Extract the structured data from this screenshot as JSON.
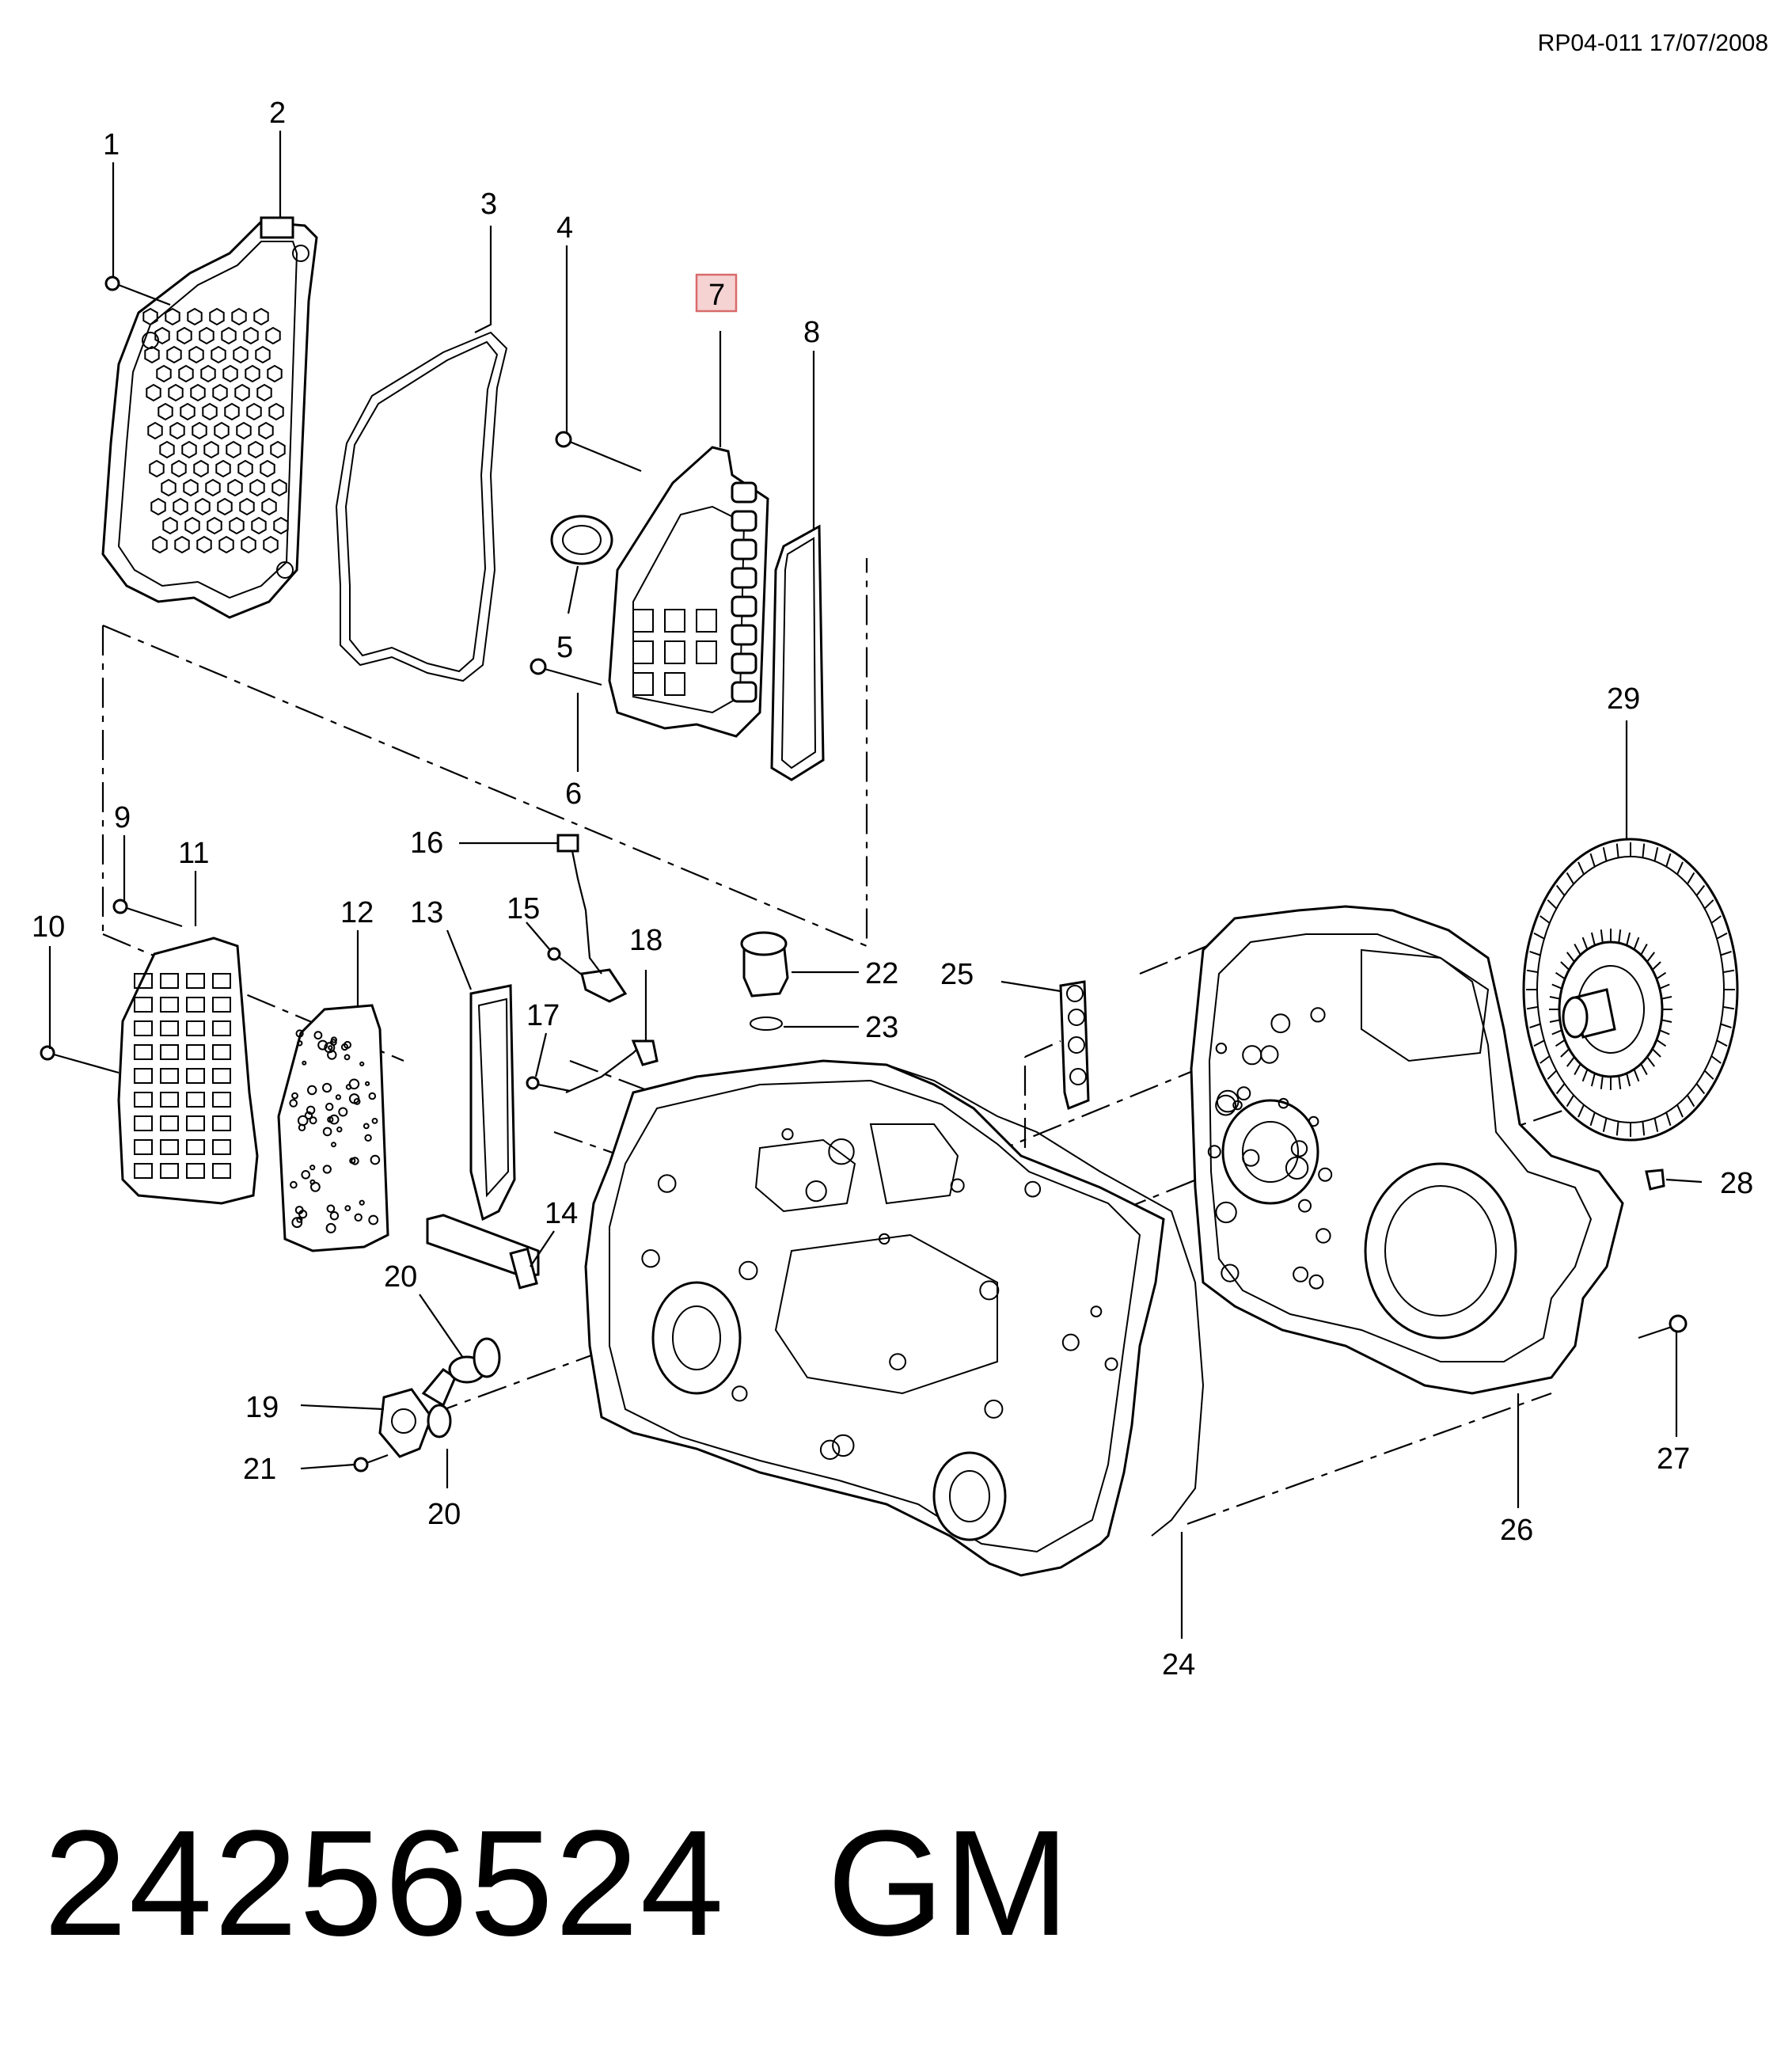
{
  "header": {
    "ref": "RP04-011 17/07/2008"
  },
  "footer": {
    "part_number": "24256524",
    "brand": "GM"
  },
  "highlight_color": "#f6d3d3",
  "callouts": [
    {
      "id": "c1",
      "label": "1"
    },
    {
      "id": "c2",
      "label": "2"
    },
    {
      "id": "c3",
      "label": "3"
    },
    {
      "id": "c4",
      "label": "4"
    },
    {
      "id": "c5",
      "label": "5"
    },
    {
      "id": "c6",
      "label": "6"
    },
    {
      "id": "c7",
      "label": "7",
      "highlighted": true
    },
    {
      "id": "c8",
      "label": "8"
    },
    {
      "id": "c9",
      "label": "9"
    },
    {
      "id": "c10",
      "label": "10"
    },
    {
      "id": "c11",
      "label": "11"
    },
    {
      "id": "c12",
      "label": "12"
    },
    {
      "id": "c13",
      "label": "13"
    },
    {
      "id": "c14",
      "label": "14"
    },
    {
      "id": "c15",
      "label": "15"
    },
    {
      "id": "c16",
      "label": "16"
    },
    {
      "id": "c17",
      "label": "17"
    },
    {
      "id": "c18",
      "label": "18"
    },
    {
      "id": "c19",
      "label": "19"
    },
    {
      "id": "c20a",
      "label": "20"
    },
    {
      "id": "c20b",
      "label": "20"
    },
    {
      "id": "c21",
      "label": "21"
    },
    {
      "id": "c22",
      "label": "22"
    },
    {
      "id": "c23",
      "label": "23"
    },
    {
      "id": "c24",
      "label": "24"
    },
    {
      "id": "c25",
      "label": "25"
    },
    {
      "id": "c26",
      "label": "26"
    },
    {
      "id": "c27",
      "label": "27"
    },
    {
      "id": "c28",
      "label": "28"
    },
    {
      "id": "c29",
      "label": "29"
    }
  ]
}
